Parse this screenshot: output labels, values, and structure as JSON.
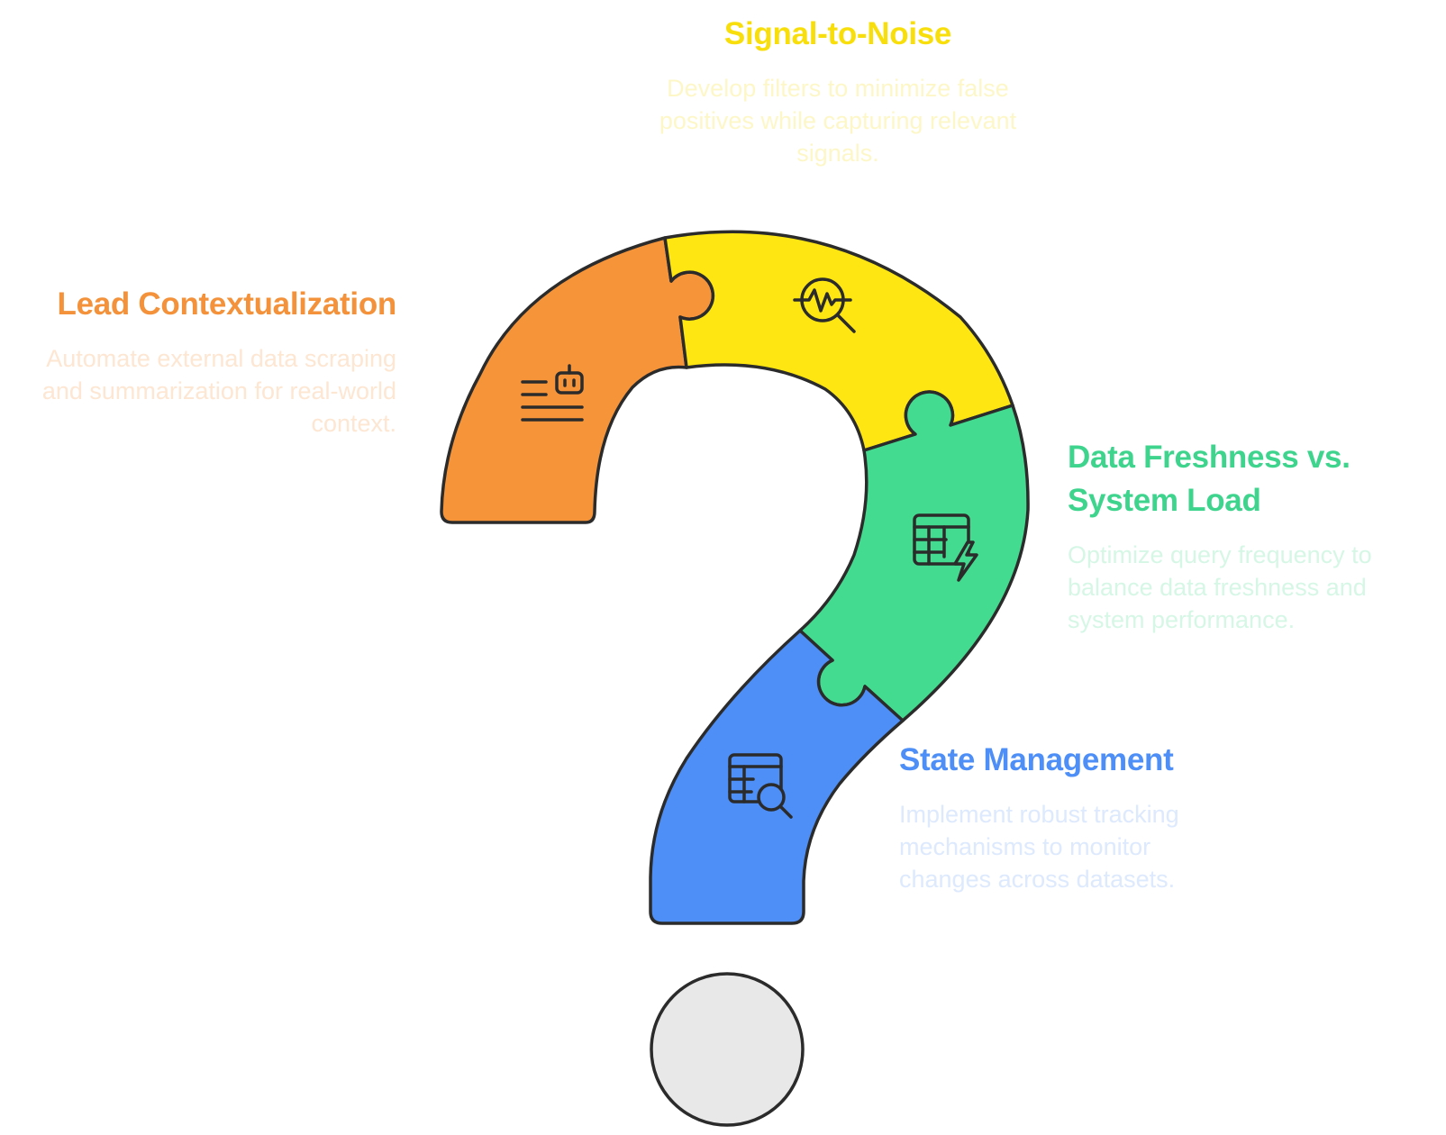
{
  "colors": {
    "orange": "#f6943a",
    "yellow": "#fde612",
    "green": "#43db8f",
    "blue": "#4d8ff7",
    "dot": "#e8e8e8",
    "outline": "#2b2b2b"
  },
  "segments": [
    {
      "id": "lead",
      "title": "Lead Contextualization",
      "description": "Automate external data scraping and summarization for real-world context.",
      "color": "#f6943a",
      "icon": "robot-document-icon"
    },
    {
      "id": "signal",
      "title": "Signal-to-Noise",
      "description": "Develop filters to minimize false positives while capturing relevant signals.",
      "color": "#fde612",
      "icon": "signal-search-icon"
    },
    {
      "id": "fresh",
      "title": "Data Freshness vs.\nSystem Load",
      "description": "Optimize query frequency to balance data freshness and system performance.",
      "color": "#43db8f",
      "icon": "table-lightning-icon"
    },
    {
      "id": "state",
      "title": "State Management",
      "description": "Implement robust tracking mechanisms to monitor changes across datasets.",
      "color": "#4d8ff7",
      "icon": "table-search-icon"
    }
  ]
}
